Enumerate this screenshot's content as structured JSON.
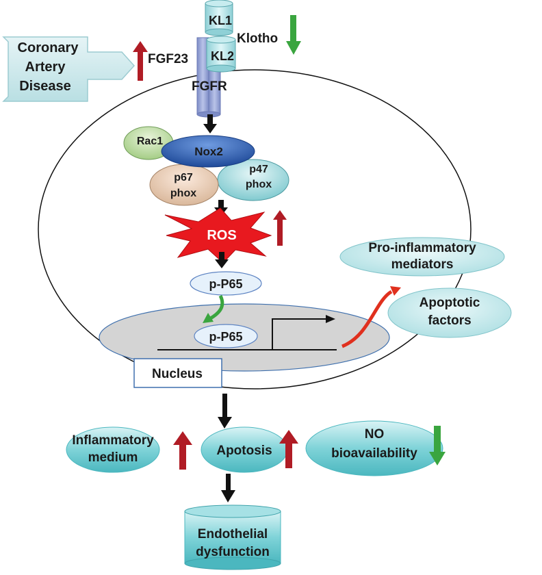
{
  "receptor": {
    "kl1": "KL1",
    "kl2": "KL2",
    "klotho": "Klotho",
    "fgfr": "FGFR",
    "fgf23": "FGF23"
  },
  "disease": {
    "line1": "Coronary",
    "line2": "Artery",
    "line3": "Disease"
  },
  "complex": {
    "rac1": "Rac1",
    "nox2": "Nox2",
    "p67_line1": "p67",
    "p67_line2": "phox",
    "p47_line1": "p47",
    "p47_line2": "phox"
  },
  "ros": "ROS",
  "p65_cytoplasm": "p-P65",
  "p65_nucleus": "p-P65",
  "nucleus_label": "Nucleus",
  "outputs": {
    "pro_inflammatory_line1": "Pro-inflammatory",
    "pro_inflammatory_line2": "mediators",
    "apoptotic_line1": "Apoptotic",
    "apoptotic_line2": "factors"
  },
  "effects": {
    "inflammatory_line1": "Inflammatory",
    "inflammatory_line2": "medium",
    "apotosis": "Apotosis",
    "no_line1": "NO",
    "no_line2": "bioavailability"
  },
  "endpoint": {
    "line1": "Endothelial",
    "line2": "dysfunction"
  },
  "colors": {
    "up_arrow": "#b01c25",
    "down_arrow": "#3aa53f",
    "teal_fill": "#7fd3d8",
    "nox2_fill": "#2f5fb0",
    "ros_fill": "#e8191f",
    "nucleus_fill": "#d4d4d4"
  }
}
